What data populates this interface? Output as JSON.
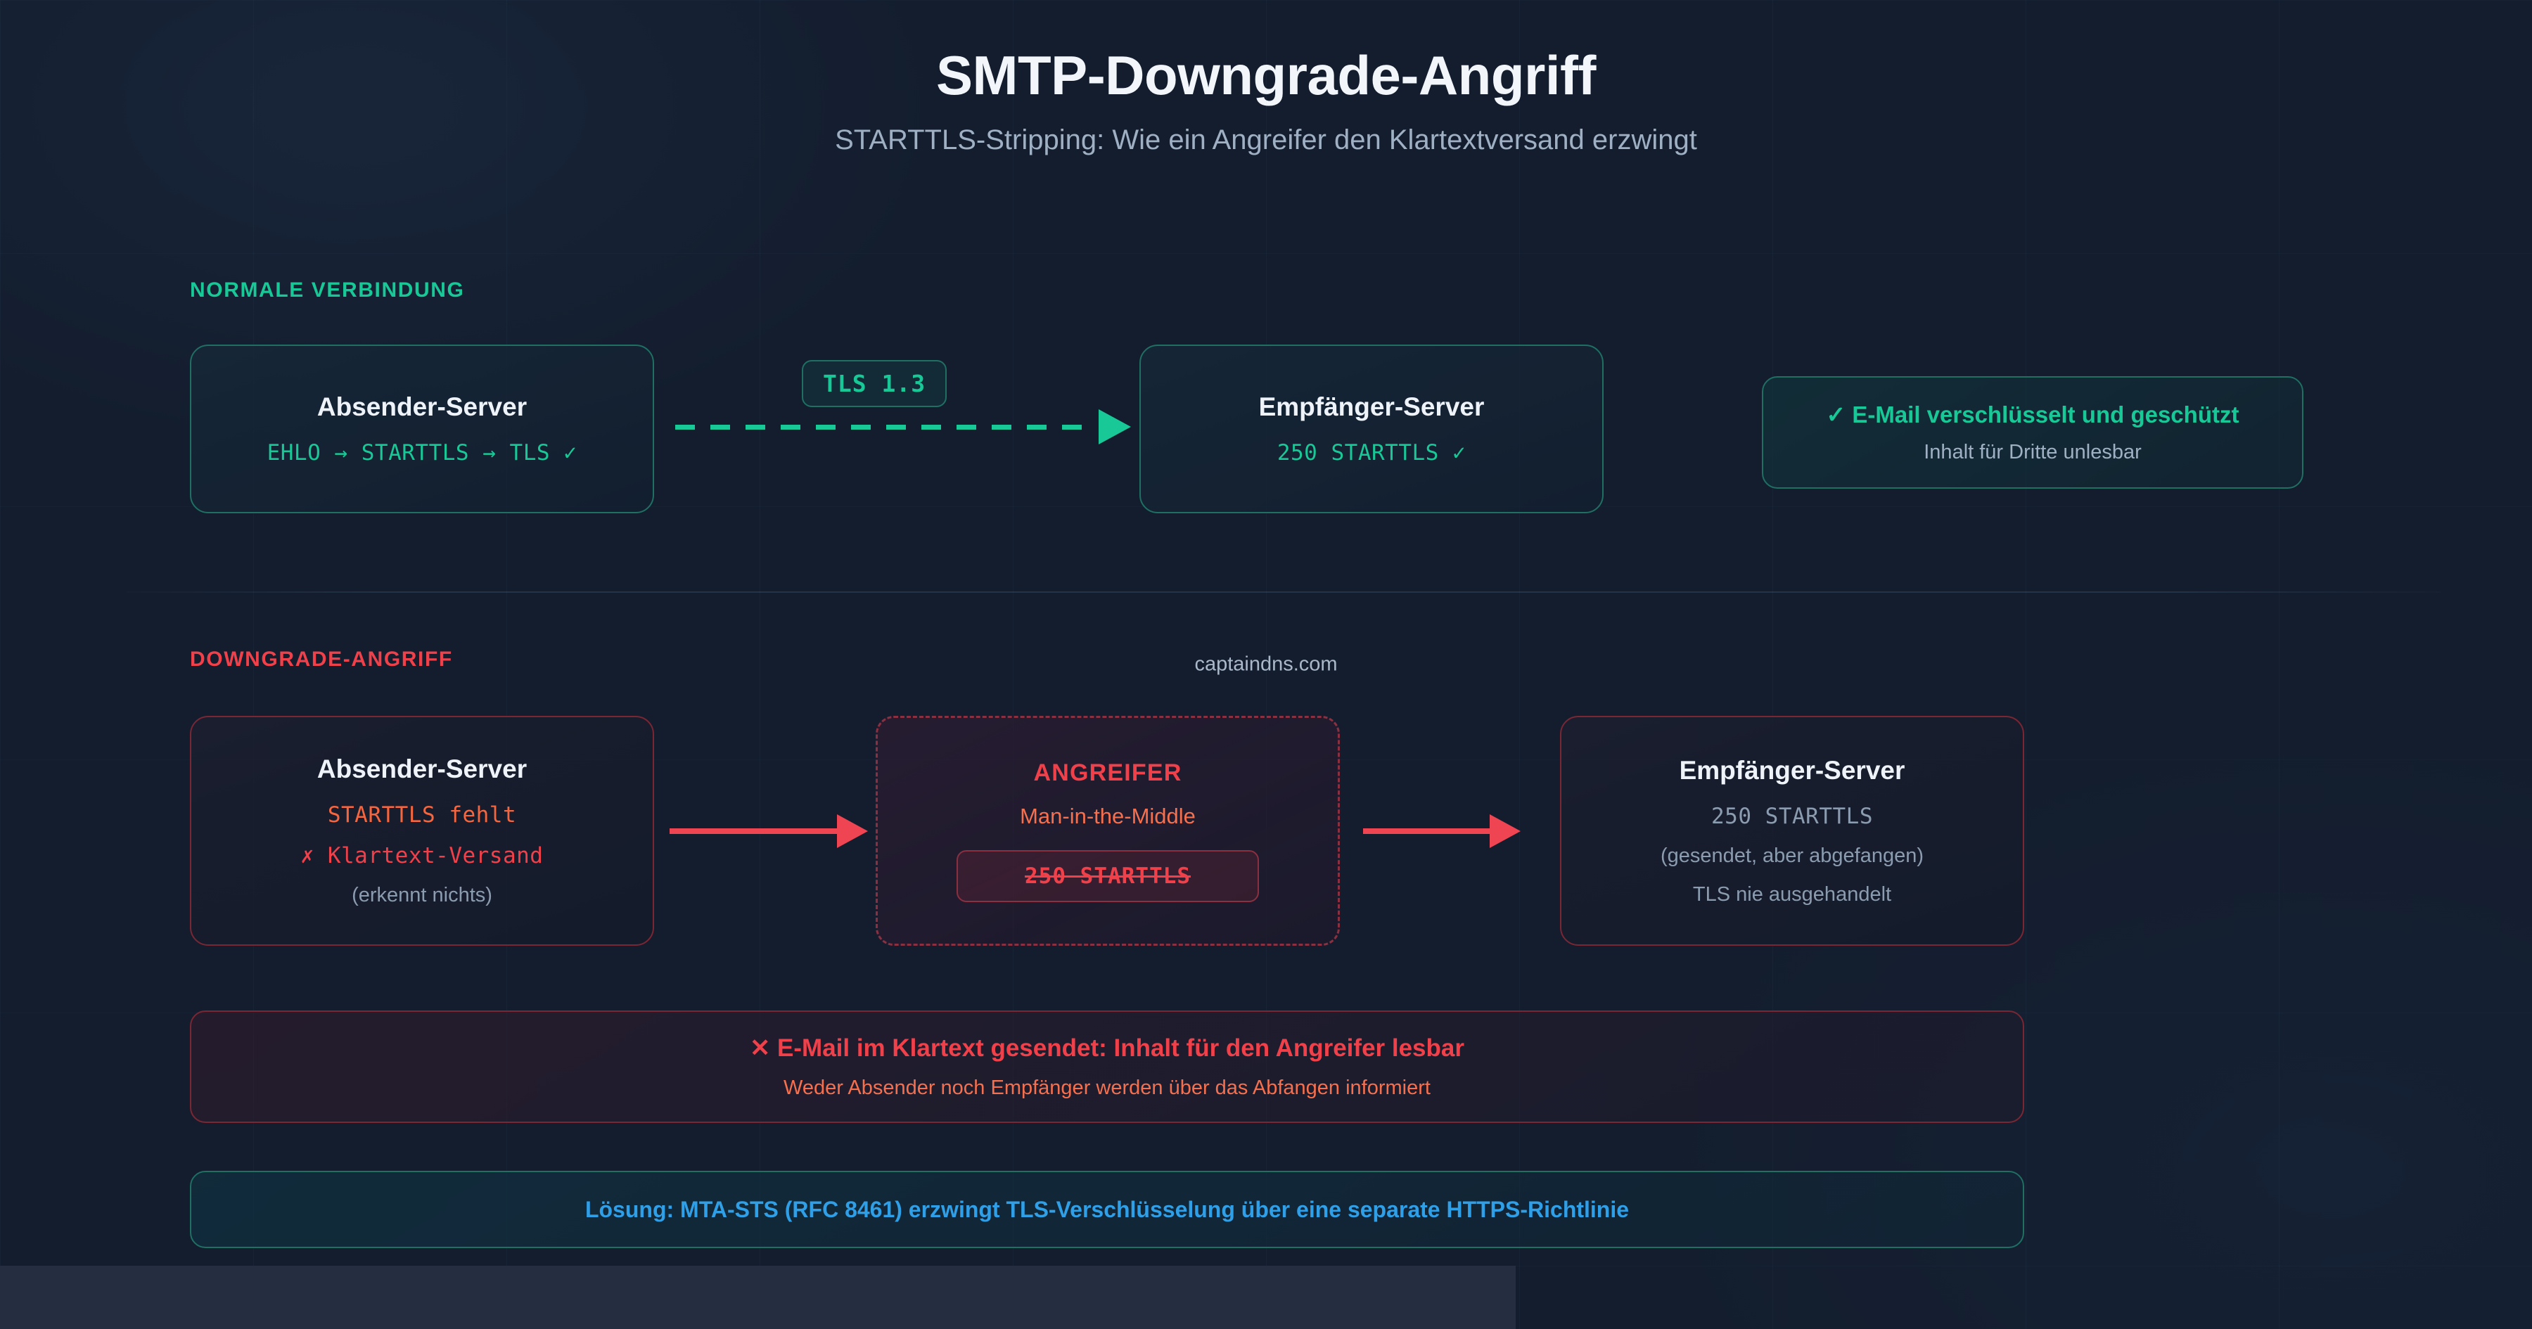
{
  "header": {
    "title": "SMTP-Downgrade-Angriff",
    "subtitle": "STARTTLS-Stripping: Wie ein Angreifer den Klartextversand erzwingt"
  },
  "sections": {
    "normal": {
      "label": "NORMALE VERBINDUNG",
      "sender": {
        "title": "Absender-Server",
        "detail": "EHLO → STARTTLS → TLS ✓"
      },
      "link_badge": "TLS 1.3",
      "receiver": {
        "title": "Empfänger-Server",
        "detail": "250 STARTTLS ✓"
      },
      "result_badge": {
        "main": "✓ E-Mail verschlüsselt und geschützt",
        "sub": "Inhalt für Dritte unlesbar"
      }
    },
    "attack": {
      "label": "DOWNGRADE-ANGRIFF",
      "sender": {
        "title": "Absender-Server",
        "line1": "STARTTLS fehlt",
        "line2": "✗ Klartext-Versand",
        "line3": "(erkennt nichts)"
      },
      "attacker": {
        "title": "ANGREIFER",
        "role": "Man-in-the-Middle",
        "chip": "250 STARTTLS"
      },
      "receiver": {
        "title": "Empfänger-Server",
        "line1": "250 STARTTLS",
        "line2": "(gesendet, aber abgefangen)",
        "line3": "TLS nie ausgehandelt"
      },
      "warning": {
        "main": "✕ E-Mail im Klartext gesendet: Inhalt für den Angreifer lesbar",
        "sub": "Weder Absender noch Empfänger werden über das Abfangen informiert"
      },
      "solution": "Lösung: MTA-STS (RFC 8461) erzwingt TLS-Verschlüsselung über eine separate HTTPS-Richtlinie"
    }
  },
  "footer": {
    "site": "captaindns.com"
  },
  "colors": {
    "background": "#131d2e",
    "success": "#18c896",
    "danger": "#f0404a",
    "danger_soft": "#f4704f",
    "info": "#2f9fe8",
    "muted": "#8b9cb0",
    "text": "#eef3f9"
  }
}
